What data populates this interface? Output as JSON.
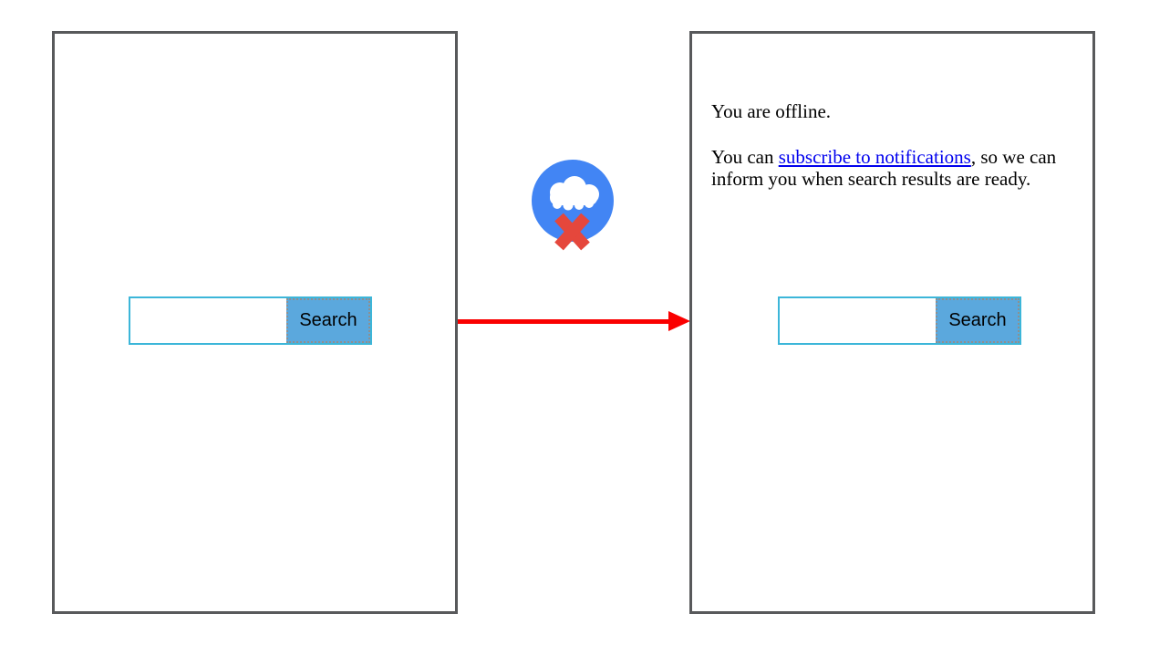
{
  "left_panel": {
    "search_input_value": "",
    "search_button_label": "Search"
  },
  "right_panel": {
    "offline_status": "You are offline.",
    "notify_prefix": "You can ",
    "notify_link": "subscribe to notifications",
    "notify_suffix_line1": ", so we can",
    "notify_line2": "inform you when search results are ready.",
    "search_input_value": "",
    "search_button_label": "Search"
  },
  "offline_icon": {
    "name": "cloud-offline-icon",
    "circle_color": "#4285f4",
    "cloud_color": "#ffffff",
    "cross_color": "#e5473c"
  },
  "arrow": {
    "direction": "right",
    "color": "#fa0000"
  },
  "colors": {
    "panel_border": "#58595b",
    "search_box_border": "#3cb6d9",
    "search_button_fill": "#5ba8dd",
    "search_button_border": "#8f8f8f",
    "link": "#0000ee"
  }
}
